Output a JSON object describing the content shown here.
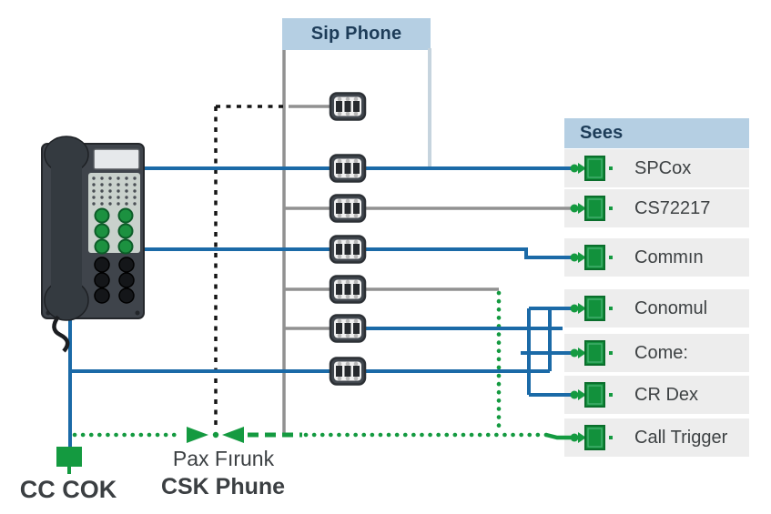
{
  "sip_panel": {
    "title": "Sip Phone"
  },
  "sees_panel": {
    "title": "Sees",
    "items": [
      {
        "label": "SPCox",
        "line": "blue"
      },
      {
        "label": "CS72217",
        "line": "gray"
      },
      {
        "label": "Commın",
        "line": "blue"
      },
      {
        "label": "Conomul",
        "line": "blue"
      },
      {
        "label": "Come:",
        "line": "blue"
      },
      {
        "label": "CR Dex",
        "line": "blue"
      },
      {
        "label": "Call Trigger",
        "line": "green"
      }
    ]
  },
  "bottom_labels": {
    "cc_cok": "CC COK",
    "pbx_line1": "Pax Fırunk",
    "pbx_line2": "CSK Phune"
  },
  "colors": {
    "blue": "#1b6aa7",
    "gray": "#919191",
    "green": "#149a40",
    "green_dark": "#0a6e2c",
    "green_light": "#4db377",
    "black": "#151515",
    "header_bg": "#b5cfe3",
    "header_text": "#1d3c58",
    "row_bg": "#ededed",
    "label_text": "#3e4244",
    "panel_edge": "#c6d4de",
    "phone_body": "#3f444b",
    "phone_panel": "#c9d1cc"
  },
  "icons": {
    "connector": "rj45-connector-icon",
    "terminal": "green-terminal-icon",
    "arrow": "green-arrow-icon",
    "phone": "desk-phone-illustration"
  }
}
